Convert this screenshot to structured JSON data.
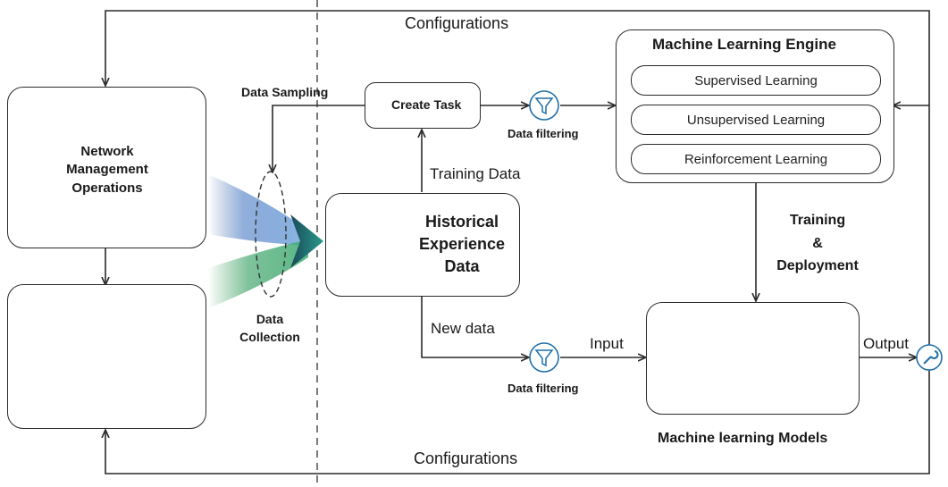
{
  "top_label": "Configurations",
  "bottom_label": "Configurations",
  "network_ops": {
    "line1": "Network",
    "line2": "Management",
    "line3": "Operations"
  },
  "data_sampling": "Data Sampling",
  "data_collection": {
    "line1": "Data",
    "line2": "Collection"
  },
  "create_task": "Create Task",
  "training_data": "Training Data",
  "new_data": "New data",
  "historical": {
    "line1": "Historical",
    "line2": "Experience",
    "line3": "Data"
  },
  "filter_top": "Data filtering",
  "filter_bottom": "Data filtering",
  "input": "Input",
  "output": "Output",
  "ml_engine": {
    "title": "Machine Learning Engine",
    "items": [
      "Supervised Learning",
      "Unsupervised Learning",
      "Reinforcement Learning"
    ]
  },
  "training_deploy": {
    "line1": "Training",
    "line2": "&",
    "line3": "Deployment"
  },
  "ml_models": "Machine learning Models",
  "nn_dots": "...",
  "colors": {
    "accent": "#1f6fa8",
    "teal": "#1a8a9a",
    "arrow": "#2a2a2a"
  }
}
